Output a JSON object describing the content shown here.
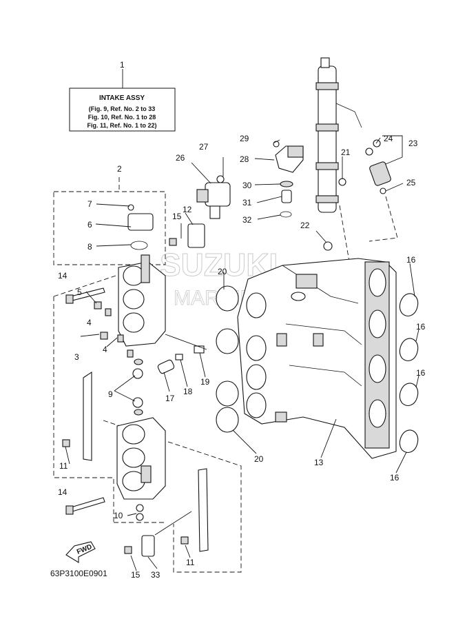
{
  "info_box": {
    "title": "INTAKE ASSY",
    "lines": [
      "(Fig. 9, Ref. No. 2 to 33",
      "Fig. 10, Ref. No. 1 to 28",
      "Fig. 11, Ref. No. 1 to 22)"
    ]
  },
  "callouts": {
    "c1": "1",
    "c2": "2",
    "c3": "3",
    "c4a": "4",
    "c4b": "4",
    "c5": "5",
    "c6": "6",
    "c7": "7",
    "c8": "8",
    "c9": "9",
    "c10": "10",
    "c11a": "11",
    "c11b": "11",
    "c12": "12",
    "c13": "13",
    "c14a": "14",
    "c14b": "14",
    "c15a": "15",
    "c15b": "15",
    "c16a": "16",
    "c16b": "16",
    "c16c": "16",
    "c16d": "16",
    "c17": "17",
    "c18": "18",
    "c19": "19",
    "c20a": "20",
    "c20b": "20",
    "c21": "21",
    "c22": "22",
    "c23": "23",
    "c24": "24",
    "c25": "25",
    "c26": "26",
    "c27": "27",
    "c28": "28",
    "c29": "29",
    "c30": "30",
    "c31": "31",
    "c32": "32",
    "c33": "33"
  },
  "fwd_label": "FWD",
  "watermark": {
    "line1": "SUZUKI",
    "line2": "MARINE PARTS"
  },
  "drawing_code": "63P3100E0901"
}
